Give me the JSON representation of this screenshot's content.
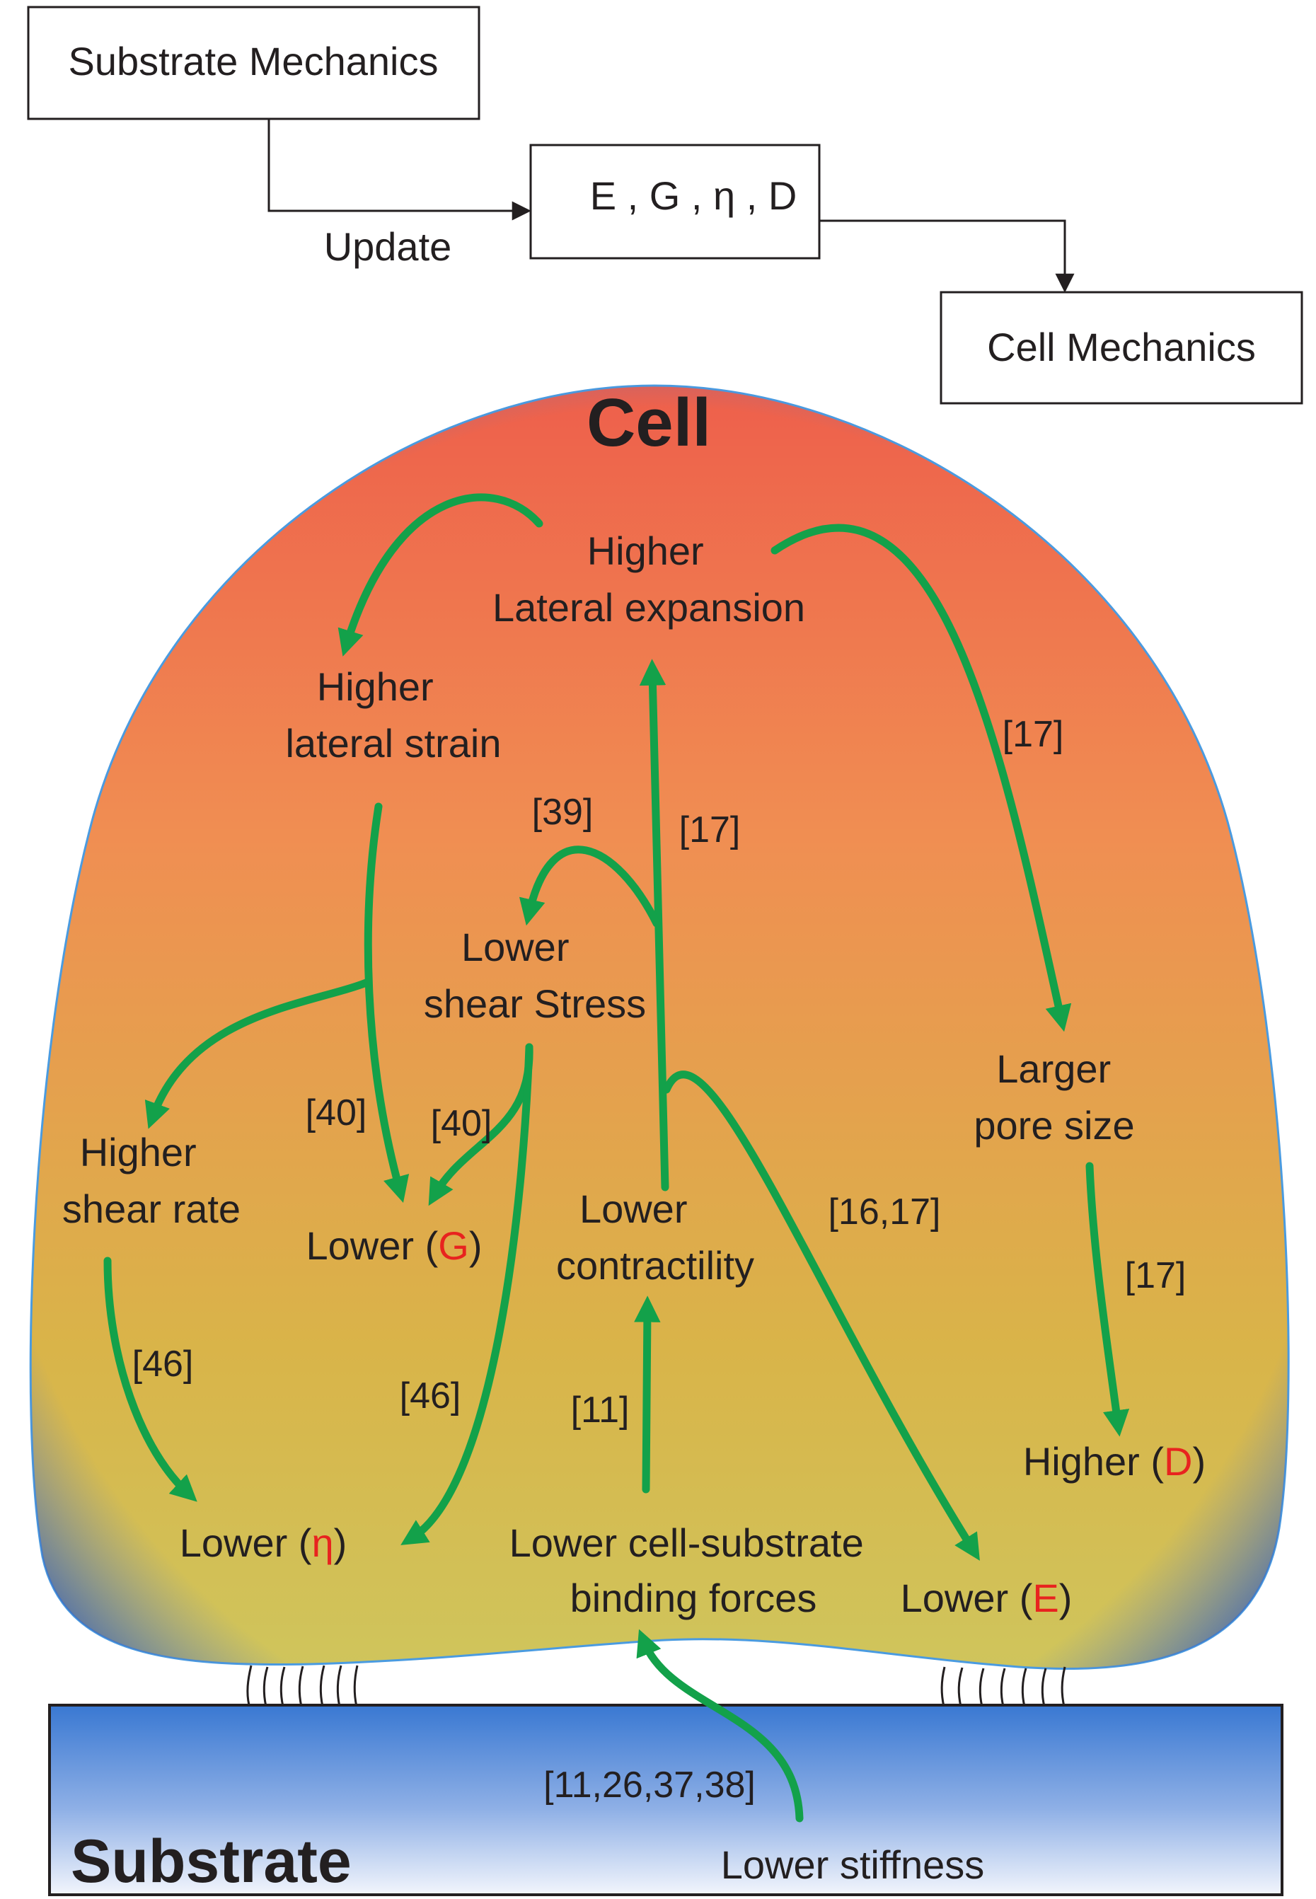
{
  "flow": {
    "substrate_mechanics": "Substrate Mechanics",
    "params": "E , G , η , D",
    "update": "Update",
    "cell_mechanics": "Cell Mechanics"
  },
  "cell": {
    "title": "Cell"
  },
  "substrate": {
    "title": "Substrate",
    "lower_stiffness": "Lower stiffness"
  },
  "nodes": {
    "lateral_expansion": [
      "Higher",
      "Lateral expansion"
    ],
    "lateral_strain": [
      "Higher",
      "lateral strain"
    ],
    "shear_stress": [
      "Lower",
      "shear Stress"
    ],
    "pore_size": [
      "Larger",
      "pore size"
    ],
    "shear_rate": [
      "Higher",
      "shear rate"
    ],
    "lower_g": {
      "prefix": "Lower (",
      "symbol": "G",
      "suffix": ")"
    },
    "contractility": [
      "Lower",
      "contractility"
    ],
    "binding_forces": [
      "Lower cell-substrate",
      "binding forces"
    ],
    "lower_eta": {
      "prefix": "Lower (",
      "symbol": "η",
      "suffix": ")"
    },
    "lower_e": {
      "prefix": "Lower (",
      "symbol": "E",
      "suffix": ")"
    },
    "higher_d": {
      "prefix": "Higher (",
      "symbol": "D",
      "suffix": ")"
    }
  },
  "citations": {
    "c17_right": "[17]",
    "c39": "[39]",
    "c17_center": "[17]",
    "c40_left": "[40]",
    "c40_right": "[40]",
    "c16_17": "[16,17]",
    "c17_pore": "[17]",
    "c46_left": "[46]",
    "c46_center": "[46]",
    "c11": "[11]",
    "c11_26_37_38": "[11,26,37,38]"
  },
  "colors": {
    "arrow": "#13a14a",
    "symbol": "#e8231f",
    "cell_top": "#ef6a4f",
    "cell_bottom": "#cfc45a",
    "cell_outline": "#4a88c8",
    "substrate": "#3d7bd0",
    "text": "#231f20"
  }
}
